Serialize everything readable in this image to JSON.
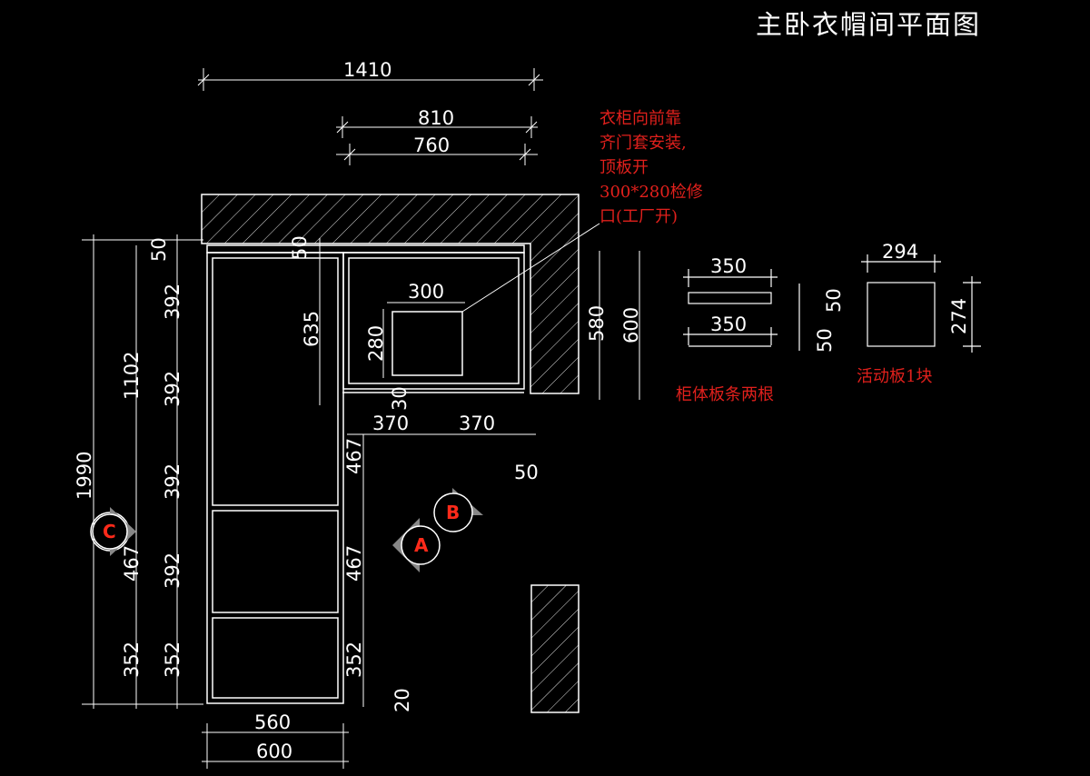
{
  "title": "主卧衣帽间平面图",
  "note_lines": [
    "衣柜向前靠",
    "齐门套安装,",
    "顶板开",
    "300*280检修",
    "口(工厂开)"
  ],
  "detail_caption_strips": "柜体板条两根",
  "detail_caption_board": "活动板1块",
  "markers": {
    "a": "A",
    "b": "B",
    "c": "C"
  },
  "dims": {
    "top_1410": "1410",
    "top_810": "810",
    "top_760": "760",
    "v_50_top": "50",
    "v_635": "635",
    "h_300": "300",
    "v_280": "280",
    "v_30": "30",
    "h_370_left": "370",
    "h_370_right": "370",
    "h_50": "50",
    "v_580": "580",
    "v_600": "600",
    "left_1990": "1990",
    "left_1102": "1102",
    "left_467": "467",
    "left_352": "352",
    "left_50": "50",
    "col_392_a": "392",
    "col_392_b": "392",
    "col_392_c": "392",
    "col_392_d": "392",
    "col_352": "352",
    "inner_467_a": "467",
    "inner_467_b": "467",
    "inner_352": "352",
    "v_20": "20",
    "bottom_560": "560",
    "bottom_600": "600",
    "strip_350_a": "350",
    "strip_350_b": "350",
    "strip_50_a": "50",
    "strip_50_b": "50",
    "board_294": "294",
    "board_274": "274"
  },
  "colors": {
    "background": "#000000",
    "lines": "#ffffff",
    "annotation": "#e0201c"
  }
}
